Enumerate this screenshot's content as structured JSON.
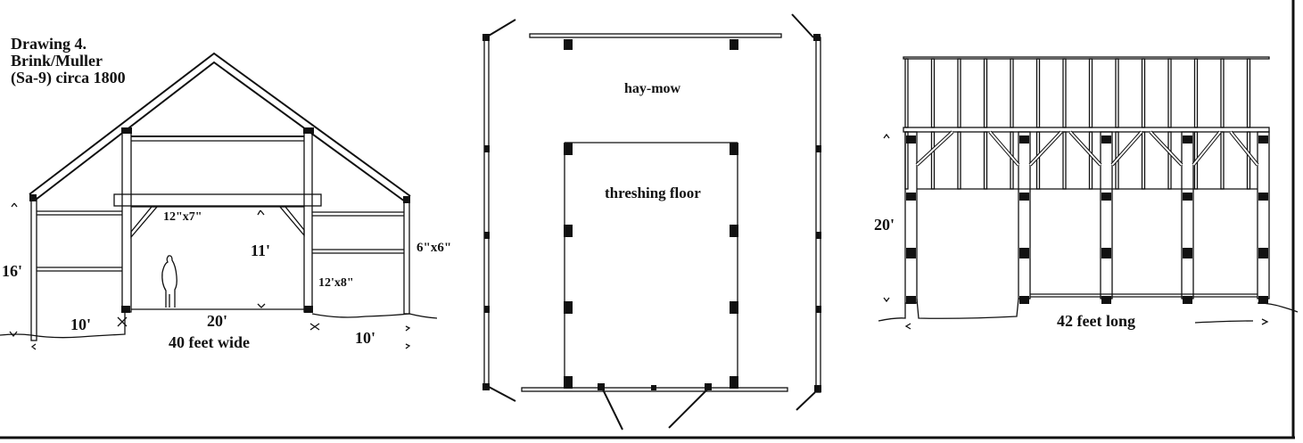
{
  "title": {
    "line1": "Drawing 4.",
    "line2": "Brink/Muller",
    "line3": "(Sa-9) circa 1800"
  },
  "cross_section": {
    "beam_size": "12\"x7\"",
    "center_height": "11'",
    "wall_height": "16'",
    "post_size": "6\"x6\"",
    "girt_size": "12'x8\"",
    "left_aisle": "10'",
    "center_span": "20'",
    "right_aisle": "10'",
    "width": "40 feet wide"
  },
  "floor_plan": {
    "hay_mow": "hay-mow",
    "threshing_floor": "threshing floor"
  },
  "elevation": {
    "height": "20'",
    "length": "42 feet long"
  }
}
